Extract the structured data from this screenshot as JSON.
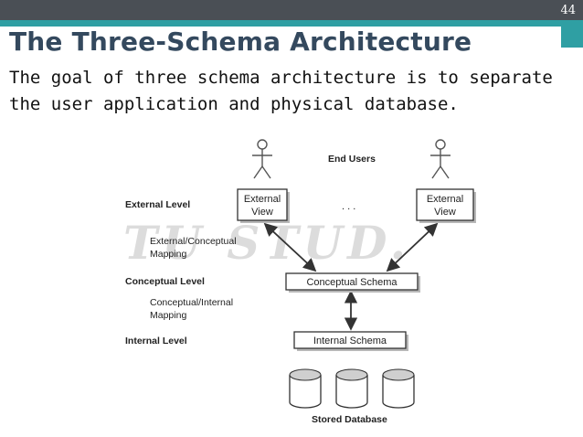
{
  "slide": {
    "number": "44",
    "title": "The Three-Schema Architecture",
    "subtitle": "The goal of three schema architecture is to separate the user application and physical database.",
    "watermark": "TU  STUD."
  },
  "diagram": {
    "top_label": "End Users",
    "ellipsis": ". . .",
    "levels": {
      "external": "External Level",
      "external_conceptual_mapping": [
        "External/Conceptual",
        "Mapping"
      ],
      "conceptual": "Conceptual Level",
      "conceptual_internal_mapping": [
        "Conceptual/Internal",
        "Mapping"
      ],
      "internal": "Internal Level"
    },
    "boxes": {
      "external_view_left": [
        "External",
        "View"
      ],
      "external_view_right": [
        "External",
        "View"
      ],
      "conceptual_schema": "Conceptual Schema",
      "internal_schema": "Internal Schema"
    },
    "bottom_label": "Stored Database",
    "colors": {
      "header_bar": "#4a4f55",
      "accent": "#2f9fa3",
      "title": "#34495e"
    }
  }
}
